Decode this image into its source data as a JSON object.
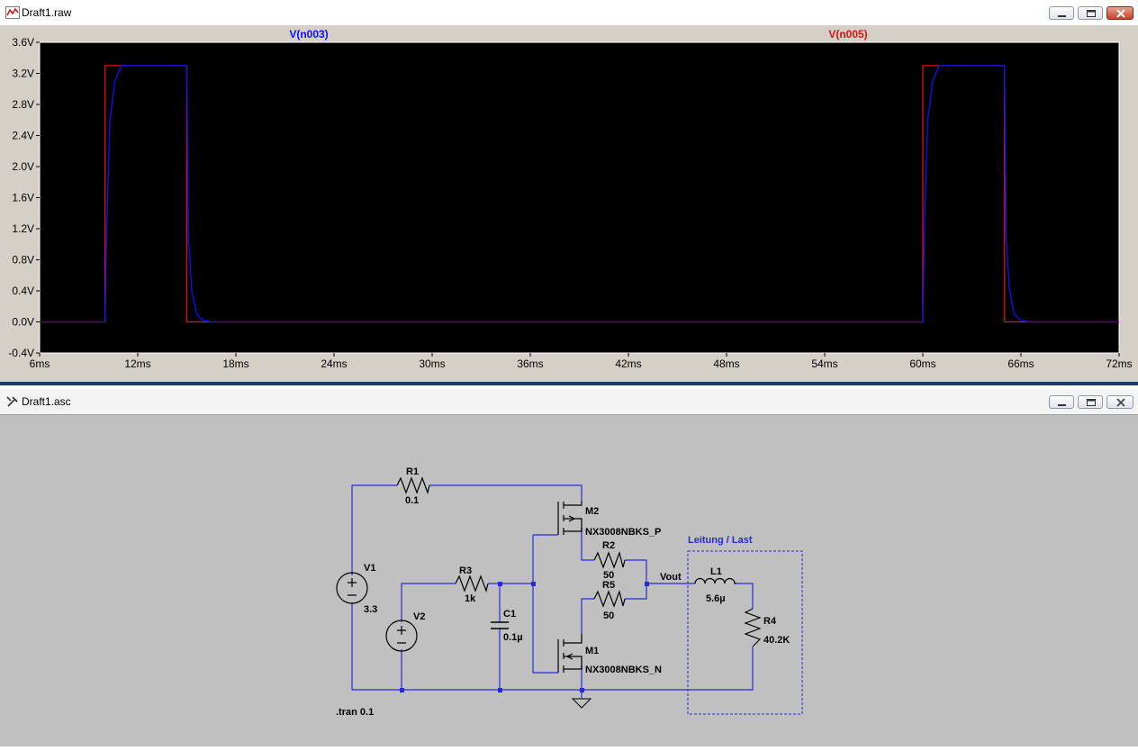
{
  "plot_window": {
    "title": "Draft1.raw",
    "icon": "waveform-icon"
  },
  "schematic_window": {
    "title": "Draft1.asc",
    "icon": "schematic-icon"
  },
  "chart_data": {
    "type": "line",
    "title": "",
    "xlabel": "",
    "ylabel": "",
    "x_unit": "ms",
    "y_unit": "V",
    "xlim": [
      6,
      72
    ],
    "ylim": [
      -0.4,
      3.6
    ],
    "x_ticks": [
      "6ms",
      "12ms",
      "18ms",
      "24ms",
      "30ms",
      "36ms",
      "42ms",
      "48ms",
      "54ms",
      "60ms",
      "66ms",
      "72ms"
    ],
    "y_ticks": [
      "3.6V",
      "3.2V",
      "2.8V",
      "2.4V",
      "2.0V",
      "1.6V",
      "1.2V",
      "0.8V",
      "0.4V",
      "0.0V",
      "-0.4V"
    ],
    "background": "#000000",
    "series": [
      {
        "name": "V(n003)",
        "color": "#1010ff",
        "x": [
          6,
          10,
          10.1,
          10.3,
          10.6,
          11.0,
          15,
          15.1,
          15.3,
          15.6,
          16.0,
          16.5,
          60,
          60.1,
          60.3,
          60.6,
          61.0,
          65,
          65.1,
          65.3,
          65.6,
          66.0,
          66.5,
          72
        ],
        "y": [
          0,
          0,
          1.2,
          2.6,
          3.1,
          3.3,
          3.3,
          1.1,
          0.4,
          0.1,
          0.02,
          0,
          0,
          1.2,
          2.6,
          3.1,
          3.3,
          3.3,
          1.1,
          0.4,
          0.1,
          0.02,
          0,
          0
        ]
      },
      {
        "name": "V(n005)",
        "color": "#e01010",
        "x": [
          6,
          10,
          10,
          15,
          15,
          60,
          60,
          65,
          65,
          72
        ],
        "y": [
          0,
          0,
          3.3,
          3.3,
          0,
          0,
          3.3,
          3.3,
          0,
          0
        ]
      }
    ]
  },
  "schematic": {
    "wire_color": "#2a2ad4",
    "components": {
      "R1": {
        "name": "R1",
        "value": "0.1"
      },
      "R2": {
        "name": "R2",
        "value": "50"
      },
      "R3": {
        "name": "R3",
        "value": "1k"
      },
      "R4": {
        "name": "R4",
        "value": "40.2K"
      },
      "R5": {
        "name": "R5",
        "value": "50"
      },
      "C1": {
        "name": "C1",
        "value": "0.1µ"
      },
      "L1": {
        "name": "L1",
        "value": "5.6µ"
      },
      "V1": {
        "name": "V1",
        "value": "3.3"
      },
      "V2": {
        "name": "V2"
      },
      "M1": {
        "name": "M1",
        "model": "NX3008NBKS_N"
      },
      "M2": {
        "name": "M2",
        "model": "NX3008NBKS_P"
      }
    },
    "net_label_vout": "Vout",
    "load_box_label": "Leitung / Last",
    "directive": ".tran 0.1"
  }
}
